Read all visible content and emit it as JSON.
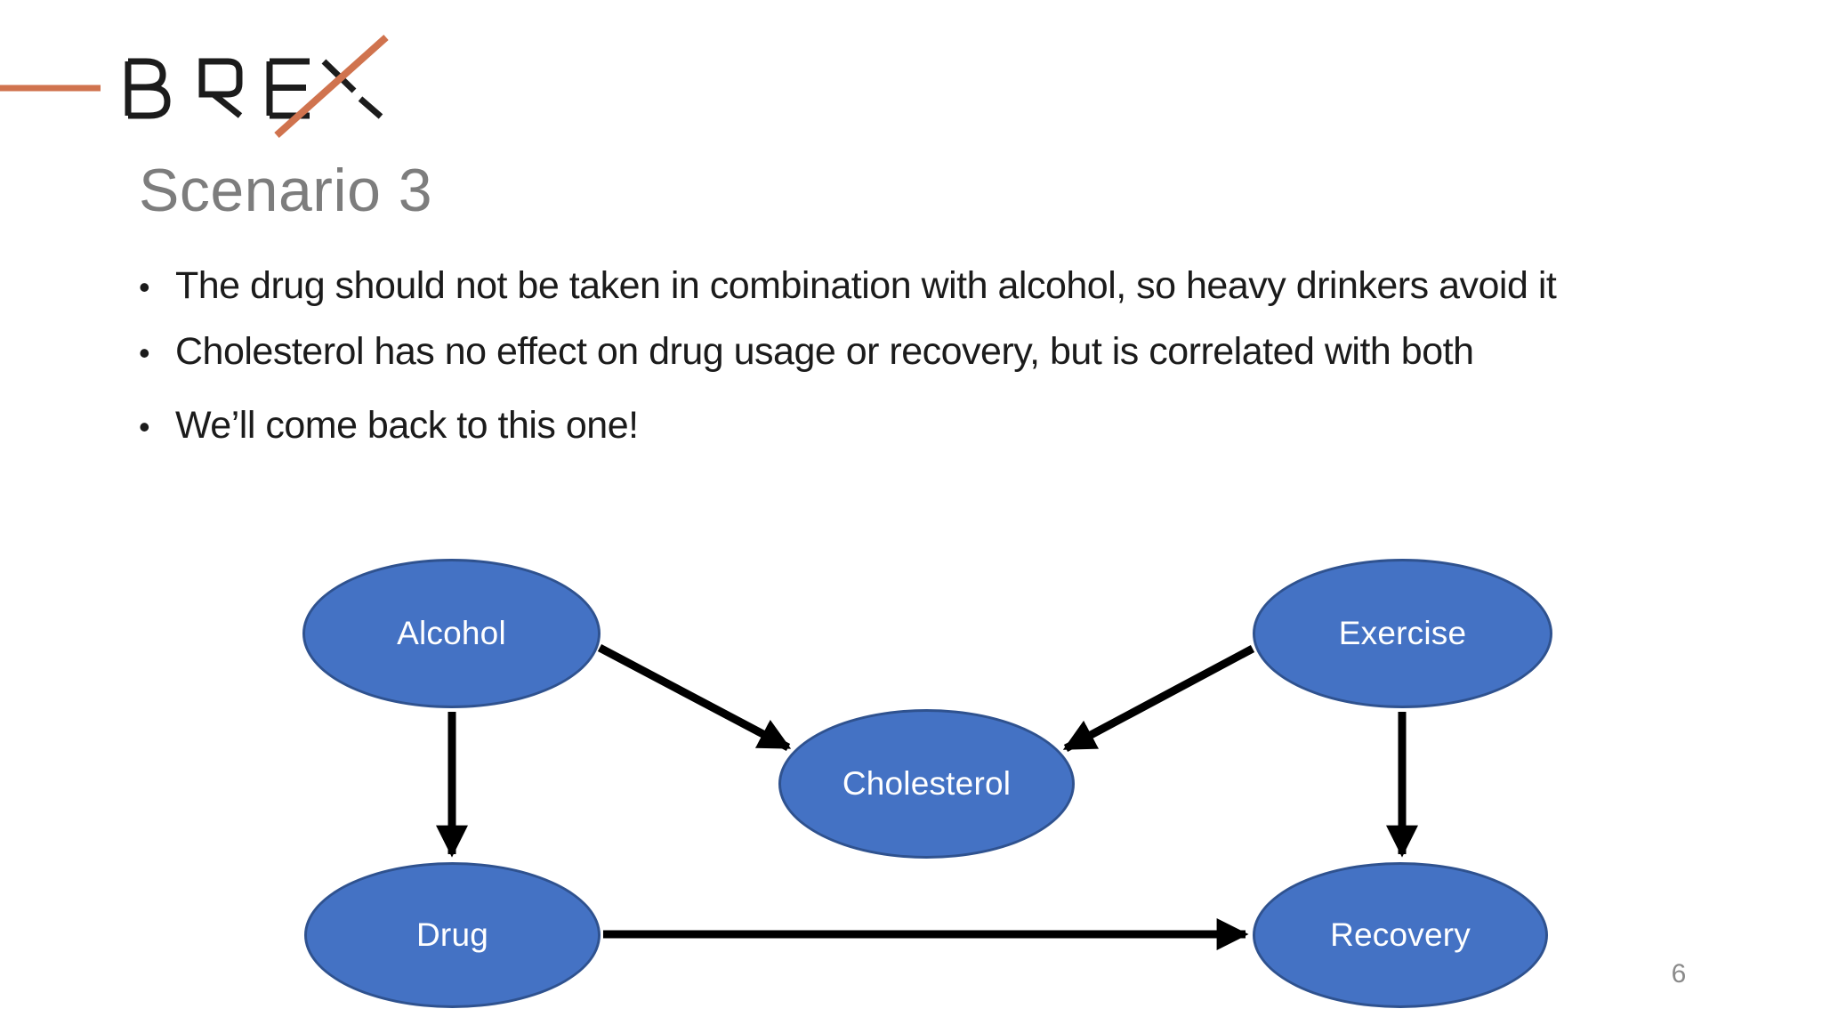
{
  "logo": {
    "name": "BREX",
    "letters": [
      "B",
      "R",
      "E",
      "X"
    ],
    "accent_color": "#d0734e",
    "letter_color": "#1c1c1c"
  },
  "title": {
    "text": "Scenario 3",
    "color": "#7d7d7d"
  },
  "bullets": {
    "marker": "•",
    "items": [
      {
        "text": "The drug should not be taken in combination with alcohol, so heavy drinkers avoid it"
      },
      {
        "text": "Cholesterol has no effect on drug usage or recovery, but is correlated with both"
      },
      {
        "text": "We’ll come back to this one!"
      }
    ]
  },
  "diagram": {
    "node_fill": "#4472c4",
    "node_border": "#2f528f",
    "node_text_color": "#ffffff",
    "arrow_color": "#000000",
    "nodes": [
      {
        "id": "alcohol",
        "label": "Alcohol"
      },
      {
        "id": "exercise",
        "label": "Exercise"
      },
      {
        "id": "cholesterol",
        "label": "Cholesterol"
      },
      {
        "id": "drug",
        "label": "Drug"
      },
      {
        "id": "recovery",
        "label": "Recovery"
      }
    ],
    "edges": [
      {
        "from": "alcohol",
        "to": "cholesterol"
      },
      {
        "from": "exercise",
        "to": "cholesterol"
      },
      {
        "from": "alcohol",
        "to": "drug"
      },
      {
        "from": "exercise",
        "to": "recovery"
      },
      {
        "from": "drug",
        "to": "recovery"
      }
    ]
  },
  "footer": {
    "page_number": "6"
  }
}
